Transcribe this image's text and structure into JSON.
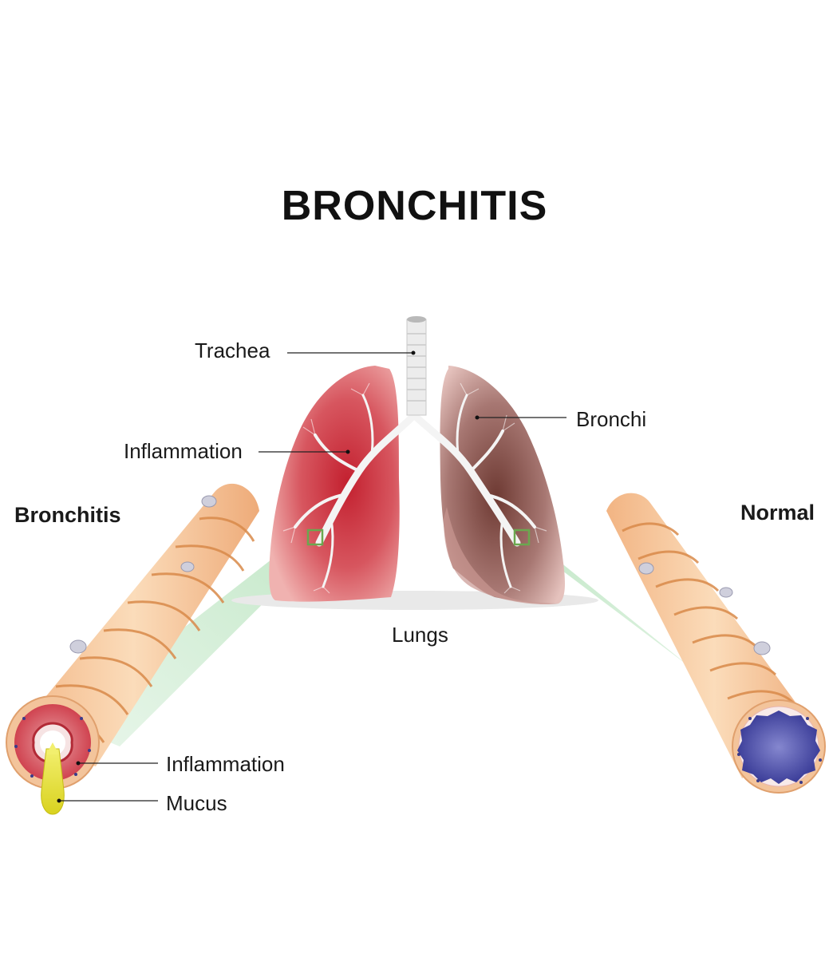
{
  "title": "BRONCHITIS",
  "labels": {
    "trachea": "Trachea",
    "bronchi": "Bronchi",
    "inflammation_lung": "Inflammation",
    "lungs": "Lungs",
    "bronchitis": "Bronchitis",
    "normal": "Normal",
    "inflammation_airway": "Inflammation",
    "mucus": "Mucus"
  },
  "colors": {
    "inflamed_lung": "#d2404d",
    "healthy_lung": "#8a5a55",
    "airway_tube": "#f6c99a",
    "zoom_highlight": "#a8dcb0",
    "mucus": "#e6e233",
    "normal_lumen": "#4a4da8"
  }
}
